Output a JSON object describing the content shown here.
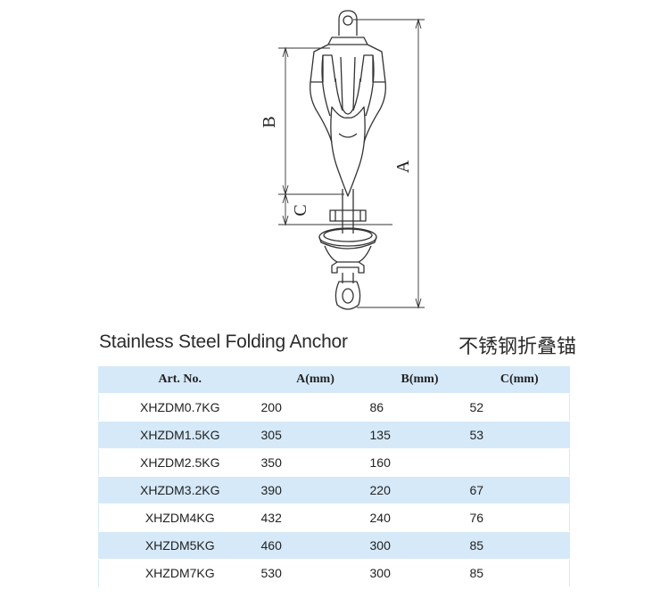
{
  "drawing": {
    "dim_a": "A",
    "dim_b": "B",
    "dim_c": "C"
  },
  "title_en": "Stainless Steel Folding Anchor",
  "title_cn": "不锈钢折叠锚",
  "table": {
    "headers": [
      "Art. No.",
      "A(mm)",
      "B(mm)",
      "C(mm)"
    ],
    "rows": [
      [
        "XHZDM0.7KG",
        "200",
        "86",
        "52"
      ],
      [
        "XHZDM1.5KG",
        "305",
        "135",
        "53"
      ],
      [
        "XHZDM2.5KG",
        "350",
        "160",
        ""
      ],
      [
        "XHZDM3.2KG",
        "390",
        "220",
        "67"
      ],
      [
        "XHZDM4KG",
        "432",
        "240",
        "76"
      ],
      [
        "XHZDM5KG",
        "460",
        "300",
        "85"
      ],
      [
        "XHZDM7KG",
        "530",
        "300",
        "85"
      ]
    ]
  }
}
